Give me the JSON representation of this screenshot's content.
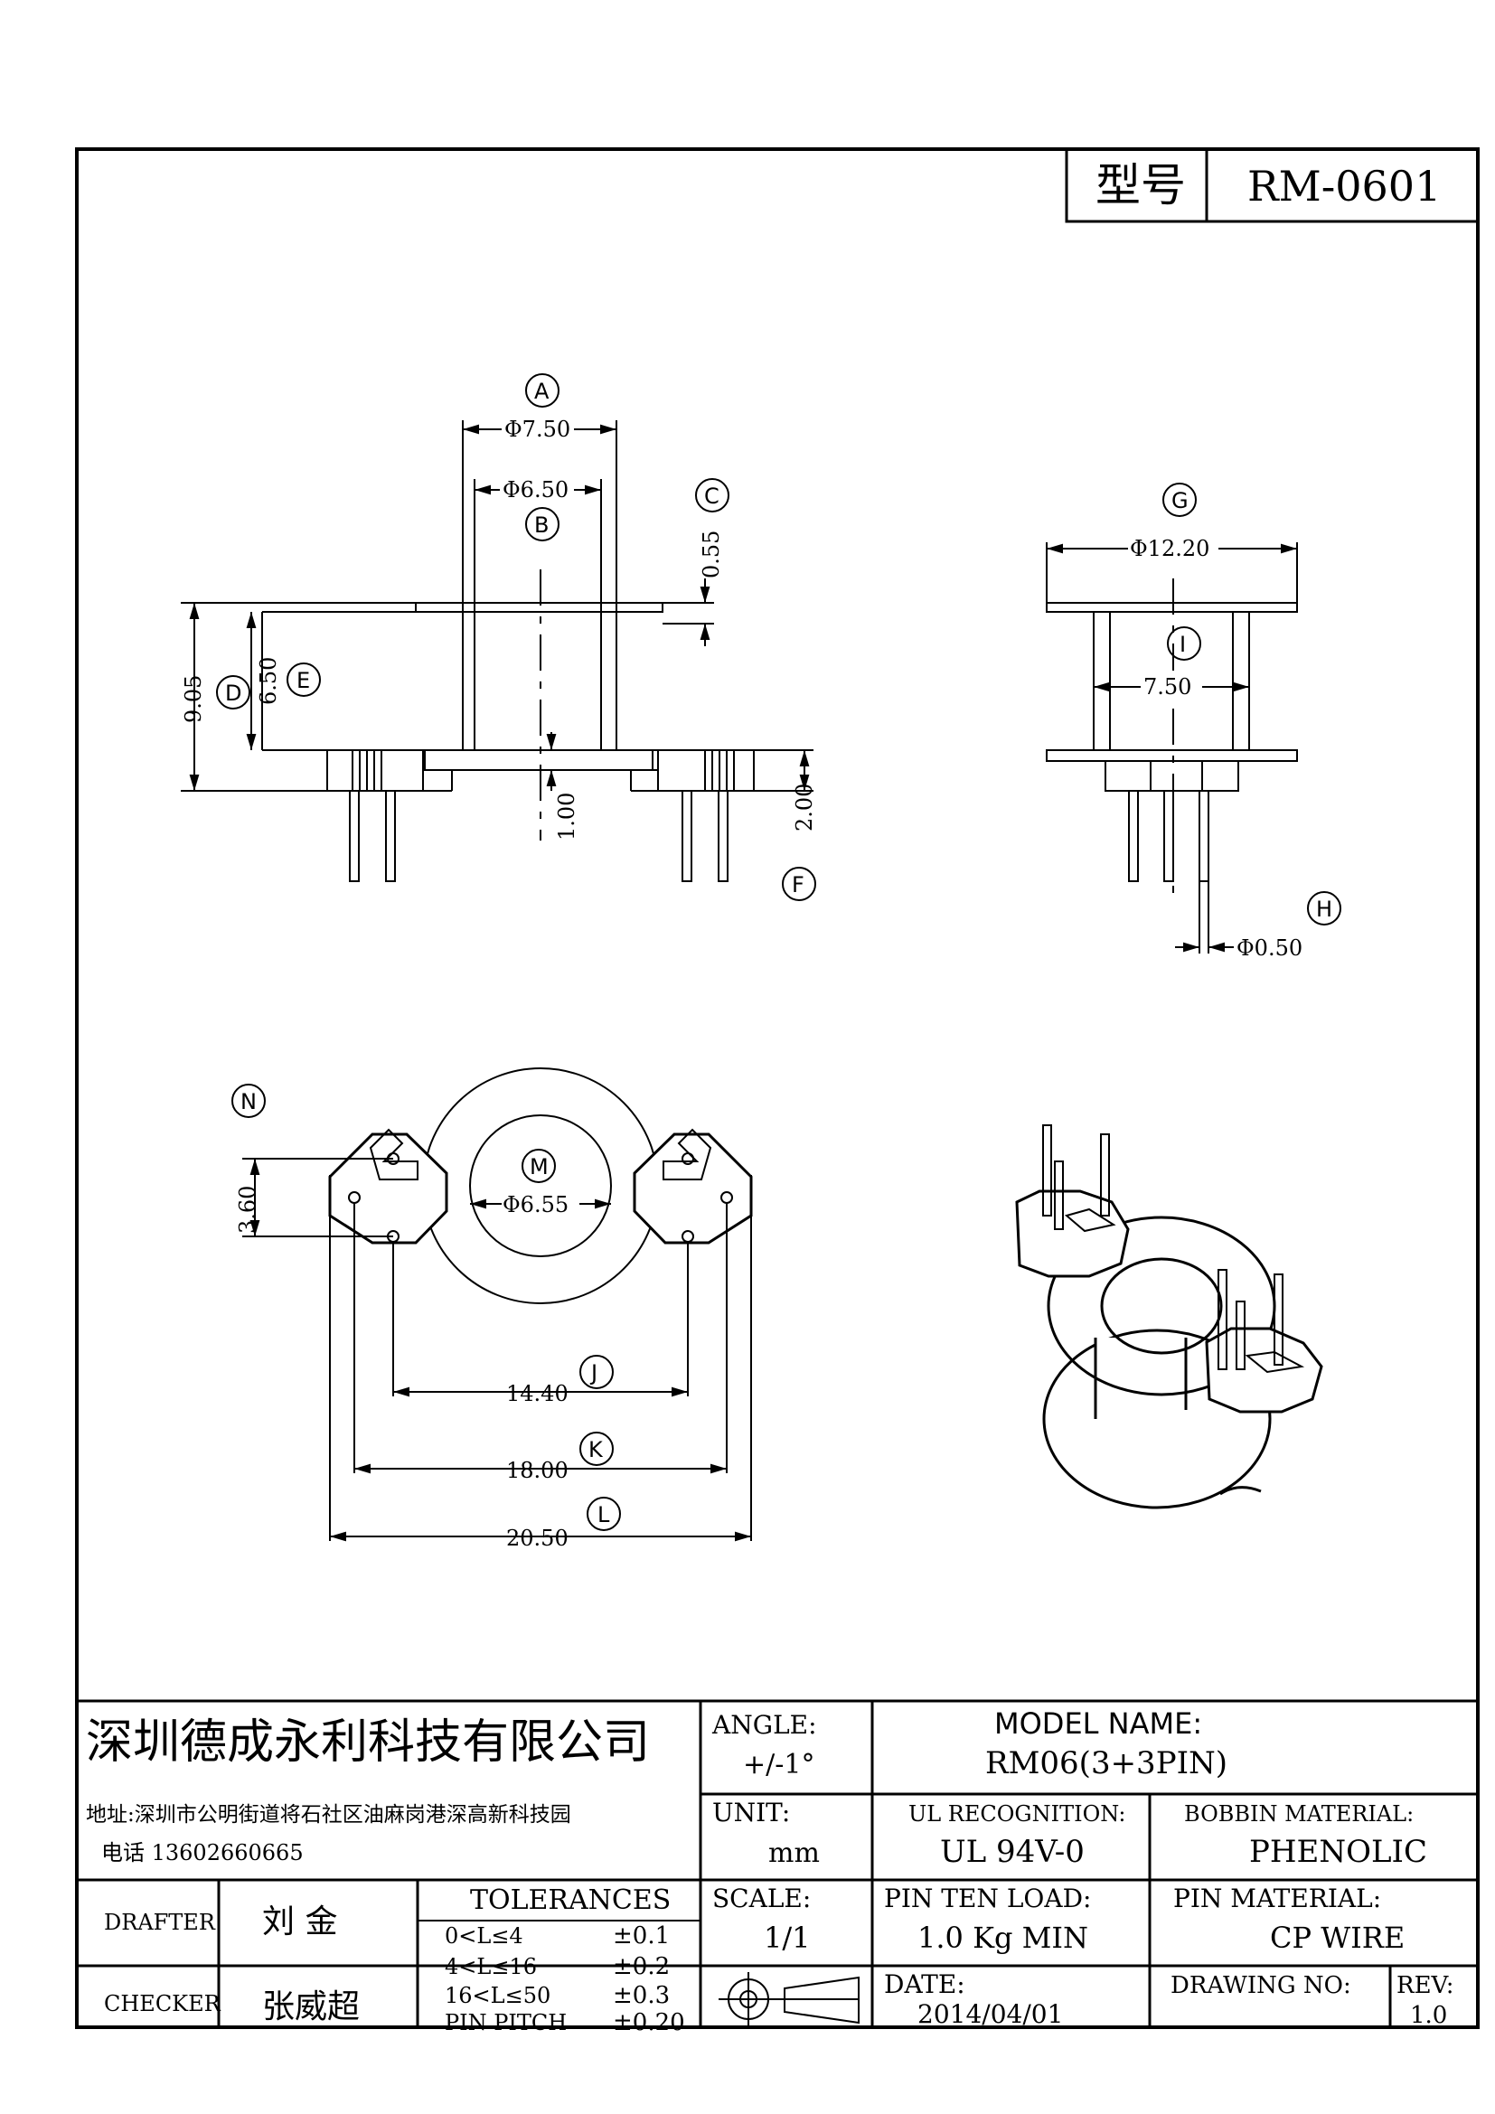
{
  "model_box": {
    "label": "型号",
    "value": "RM-0601"
  },
  "balloons": [
    "A",
    "B",
    "C",
    "D",
    "E",
    "F",
    "G",
    "H",
    "I",
    "J",
    "K",
    "L",
    "M",
    "N"
  ],
  "dimensions": {
    "a": "Φ7.50",
    "b": "Φ6.50",
    "c": "0.55",
    "d": "9.05",
    "e": "6.50",
    "f": "2.00",
    "g": "Φ12.20",
    "h": "Φ0.50",
    "i": "7.50",
    "j": "14.40",
    "k": "18.00",
    "l": "20.50",
    "m": "Φ6.55",
    "n": "3.60",
    "base": "1.00"
  },
  "title_block": {
    "company": "深圳德成永利科技有限公司",
    "address": "地址:深圳市公明街道将石社区油麻岗港深高新科技园",
    "phone": "电话 13602660665",
    "drafter_label": "DRAFTER",
    "drafter": "刘  金",
    "checker_label": "CHECKER",
    "checker": "张威超",
    "tolerances_label": "TOLERANCES",
    "tolerances": [
      {
        "range": "0<L≤4",
        "value": "±0.1"
      },
      {
        "range": "4<L≤16",
        "value": "±0.2"
      },
      {
        "range": "16<L≤50",
        "value": "±0.3"
      },
      {
        "range": "PIN PITCH",
        "value": "±0.20"
      }
    ],
    "angle_label": "ANGLE:",
    "angle": "+/-1°",
    "unit_label": "UNIT:",
    "unit": "mm",
    "scale_label": "SCALE:",
    "scale": "1/1",
    "model_name_label": "MODEL NAME:",
    "model_name": "RM06(3+3PIN)",
    "ul_label": "UL RECOGNITION:",
    "ul": "UL 94V-0",
    "bobbin_label": "BOBBIN MATERIAL:",
    "bobbin": "PHENOLIC",
    "pin_load_label": "PIN TEN LOAD:",
    "pin_load": "1.0 Kg MIN",
    "pin_material_label": "PIN MATERIAL:",
    "pin_material": "CP WIRE",
    "date_label": "DATE:",
    "date": "2014/04/01",
    "drawing_no_label": "DRAWING NO:",
    "rev_label": "REV:",
    "rev": "1.0"
  }
}
